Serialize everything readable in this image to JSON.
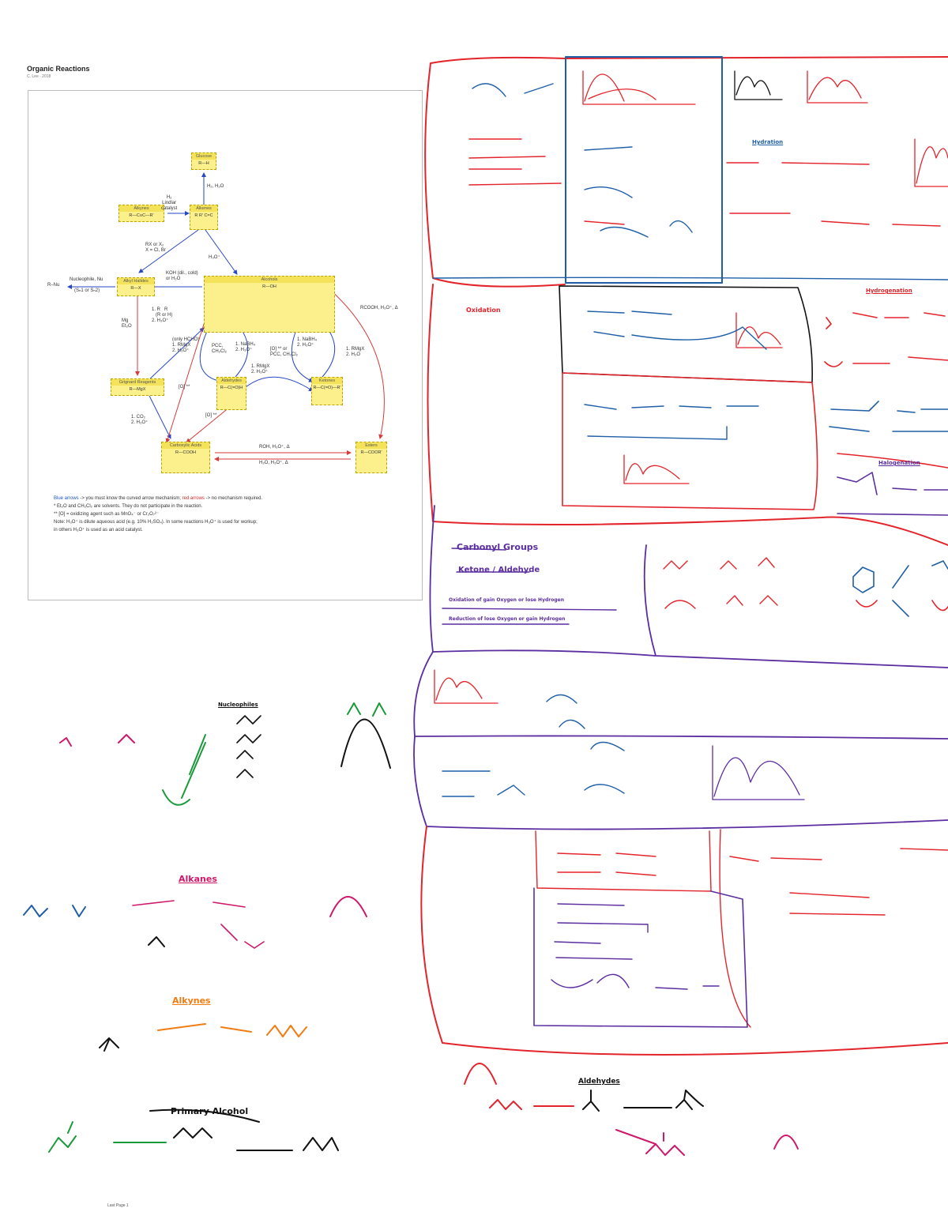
{
  "document": {
    "title": "Organic Reactions",
    "subtitle": "C. Lee · 2018",
    "footer": "Last Page 1"
  },
  "diagram": {
    "boxes": {
      "glucose": {
        "title": "Glucose",
        "sub": "R—H"
      },
      "alkene_top": {
        "title": "Alkenes",
        "sub": "R  R'\nC=C"
      },
      "alkynes": {
        "title": "Alkynes",
        "sub": "R—C≡C—R'"
      },
      "alkyl_halide": {
        "title": "Alkyl Halides",
        "sub": "R—X"
      },
      "alcohol": {
        "title": "Alcohols",
        "sub": "R—OH"
      },
      "grignard": {
        "title": "Grignard Reagents",
        "sub": "R—MgX"
      },
      "aldehyde": {
        "title": "Aldehydes",
        "sub": "R—C(=O)H"
      },
      "ketone": {
        "title": "Ketones",
        "sub": "R—C(=O)—R'"
      },
      "carboxylic": {
        "title": "Carboxylic Acids",
        "sub": "R—COOH"
      },
      "ester": {
        "title": "Esters",
        "sub": "R—COOR'"
      }
    },
    "labels": {
      "h2_h2o": "H₂, H₂O",
      "h2_lindlar": "H₂\nLindlar\ncatalyst",
      "rx_x2": "RX or X₂\nX = Cl, Br",
      "h3o_top": "H₃O⁺",
      "nucleophile": "Nucleophile, Nu",
      "sn": "(Sₙ1 or Sₙ2)",
      "r_nu": "R–Nu",
      "koh": "KOH (dil., cold)\nor H₂O",
      "mg": "Mg\nEt₂O",
      "ketone_add": "1. R   R\n   (R or H)\n2. H₃O⁺",
      "only_hcho": "(only HCHO)\n1. RMgX\n2. H₃O⁺",
      "pcc": "PCC,\nCH₂Cl₂",
      "nabh4_1": "1. NaBH₄\n2. H₃O⁺",
      "ox_pcc": "[O] ** or\nPCC, CH₂Cl₂",
      "nabh4_2": "1. NaBH₄\n2. H₃O⁺",
      "rmgx_1": "1. RMgX\n2. H₃O⁺",
      "rmgx_2": "1. RMgX\n2. H₂O",
      "rcooh": "RCOOH, H₃O⁺, Δ",
      "ox_left": "[O] **",
      "ox_mid": "[O] **",
      "co2": "1. CO₂\n2. H₃O⁺",
      "roh": "ROH, H₃O⁺, Δ",
      "h2o_h3o": "H₂O, H₃O⁺, Δ"
    },
    "legend": {
      "blue_prefix": "Blue arrows",
      "blue_text": " -> you must know the curved arrow mechanism; ",
      "red_prefix": "red arrows",
      "red_text": " -> no mechanism required.",
      "line2": "* Et₂O and CH₂Cl₂ are solvents. They do not participate in the reaction.",
      "line3": "** [O] = oxidizing agent such as MnO₄⁻ or Cr₂O₇²⁻",
      "line4": "Note: H₃O⁺ is dilute aqueous acid (e.g. 10% H₂SO₄). In some reactions H₃O⁺ is used for workup;",
      "line5": "in others H₃O⁺ is used as an acid catalyst."
    },
    "colors": {
      "box": "#fbf08c",
      "blue_arrow": "#2747c4",
      "red_arrow": "#d83a3a"
    }
  },
  "notes": {
    "colors": {
      "red": "#e3242b",
      "blue": "#1f5fa8",
      "purple": "#5b2da0",
      "black": "#111111",
      "green": "#1a9a3a",
      "magenta": "#d0186b",
      "orange": "#f07c12"
    },
    "headings": {
      "carbonyl_groups": "Carbonyl Groups",
      "ketone_aldehyde": "Ketone / Aldehyde",
      "oxidation_line": "Oxidation of gain Oxygen or lose Hydrogen",
      "reduction_line": "Reduction of lose Oxygen or gain Hydrogen",
      "oxidation": "Oxidation",
      "alkanes": "Alkanes",
      "alkynes": "Alkynes",
      "primary_alcohol": "Primary Alcohol",
      "aldehydes": "Aldehydes",
      "nucleophiles": "Nucleophiles",
      "hydrogenation": "Hydrogenation",
      "halogenation": "Halogenation",
      "hydration": "Hydration"
    }
  }
}
